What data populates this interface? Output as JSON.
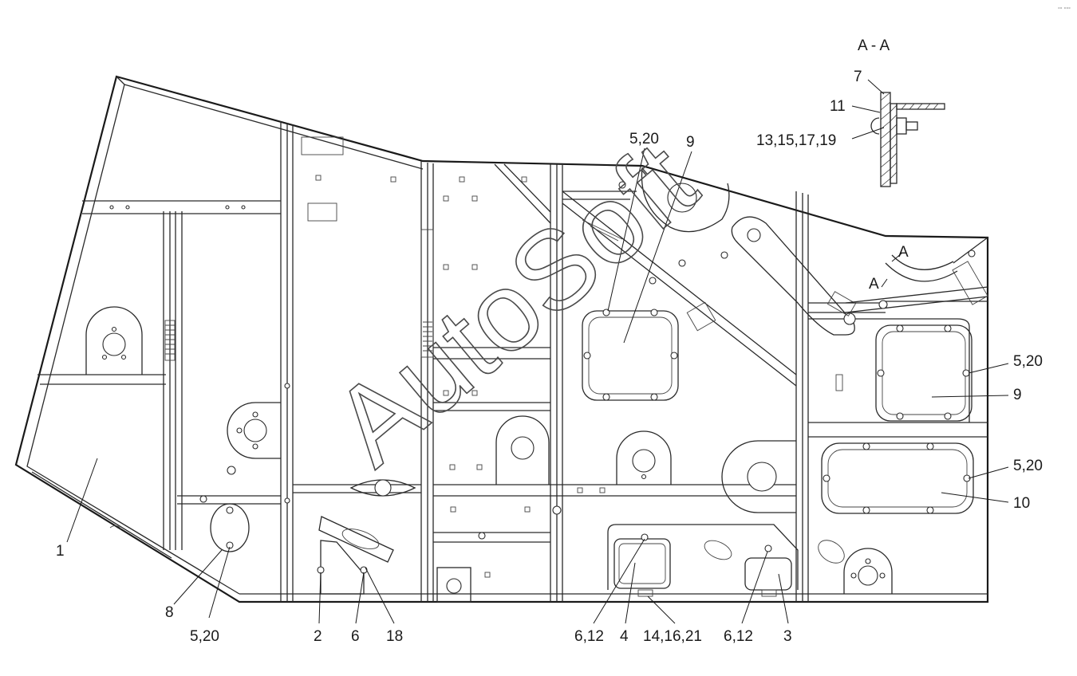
{
  "section_title": "A - A",
  "corner_mark": "°° °°°",
  "watermark": "AutoSoft",
  "section_marks": {
    "upper": "A",
    "lower": "A"
  },
  "callouts": [
    {
      "id": "c-7",
      "text": "7"
    },
    {
      "id": "c-11",
      "text": "11"
    },
    {
      "id": "c-13",
      "text": "13,15,17,19"
    },
    {
      "id": "c-5-20-top",
      "text": "5,20"
    },
    {
      "id": "c-9-top",
      "text": "9"
    },
    {
      "id": "c-5-20-r1",
      "text": "5,20"
    },
    {
      "id": "c-9-right",
      "text": "9"
    },
    {
      "id": "c-5-20-r2",
      "text": "5,20"
    },
    {
      "id": "c-10",
      "text": "10"
    },
    {
      "id": "c-1",
      "text": "1"
    },
    {
      "id": "c-8",
      "text": "8"
    },
    {
      "id": "c-5-20-bl",
      "text": "5,20"
    },
    {
      "id": "c-2",
      "text": "2"
    },
    {
      "id": "c-6",
      "text": "6"
    },
    {
      "id": "c-18",
      "text": "18"
    },
    {
      "id": "c-6-12-a",
      "text": "6,12"
    },
    {
      "id": "c-4",
      "text": "4"
    },
    {
      "id": "c-14",
      "text": "14,16,21"
    },
    {
      "id": "c-6-12-b",
      "text": "6,12"
    },
    {
      "id": "c-3",
      "text": "3"
    }
  ]
}
